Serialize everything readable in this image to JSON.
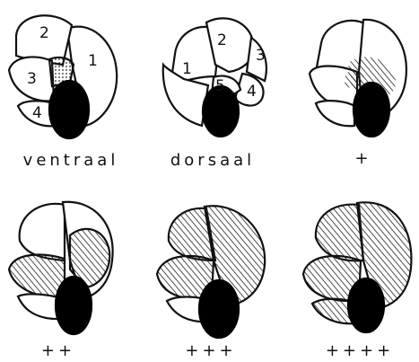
{
  "panels": [
    {
      "id": "ventral",
      "label": "ventraal",
      "numbers": [
        "2",
        "1",
        "3",
        "4"
      ],
      "shaded_chambers": []
    },
    {
      "id": "dorsal",
      "label": "dorsaal",
      "numbers": [
        "2",
        "1",
        "3",
        "5",
        "4"
      ],
      "shaded_chambers": []
    },
    {
      "id": "plus1",
      "label": "+",
      "shaded_chambers": [
        "partial"
      ]
    },
    {
      "id": "plus2",
      "label": "++",
      "shaded_chambers": [
        "left",
        "right"
      ]
    },
    {
      "id": "plus3",
      "label": "+++",
      "shaded_chambers": [
        "left",
        "right",
        "top"
      ]
    },
    {
      "id": "plus4",
      "label": "++++",
      "shaded_chambers": [
        "all"
      ]
    }
  ],
  "colors": {
    "ink": "#111111",
    "hatch": "#222222",
    "paper": "#ffffff"
  }
}
